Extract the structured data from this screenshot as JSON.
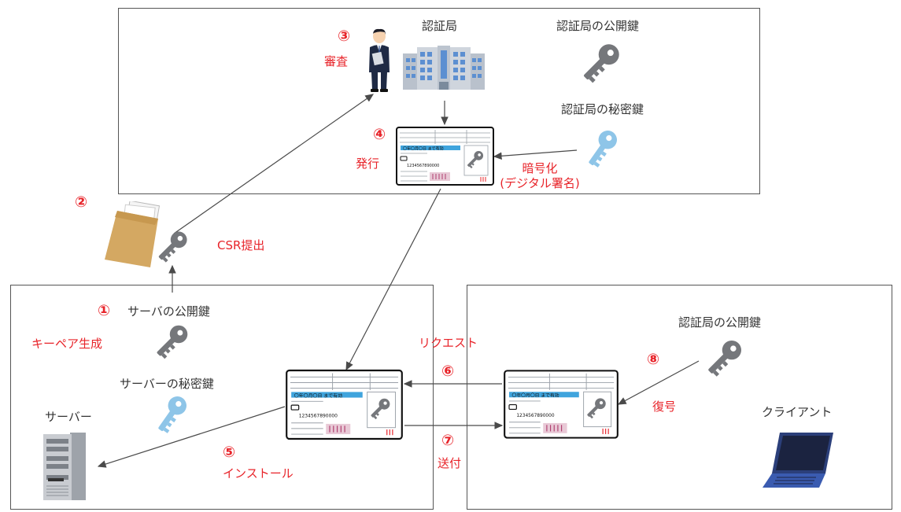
{
  "colors": {
    "step_red": "#e8242a",
    "text_gray": "#333333",
    "key_gray": "#75777b",
    "key_blue": "#8ec5e8",
    "arrow": "#4a4a4a",
    "border": "#555555"
  },
  "icons": {
    "person": "office-worker-icon",
    "ca_building": "building-icon",
    "key_public": "gray-key-icon",
    "key_private": "blue-key-icon",
    "certificate": "certificate-card-icon",
    "envelope": "envelope-icon",
    "server": "server-icon",
    "laptop": "laptop-icon"
  },
  "ca_box": {
    "title": "認証局",
    "public_key_label": "認証局の公開鍵",
    "private_key_label": "認証局の秘密鍵",
    "step3_num": "③",
    "step3_label": "審査",
    "step4_num": "④",
    "step4_label": "発行",
    "encrypt_label": "暗号化",
    "encrypt_sub": "(デジタル署名)"
  },
  "csr": {
    "step2_num": "②",
    "label": "CSR提出"
  },
  "server_box": {
    "step1_num": "①",
    "step1_label": "キーペア生成",
    "public_key_label": "サーバの公開鍵",
    "private_key_label": "サーバーの秘密鍵",
    "server_label": "サーバー",
    "step5_num": "⑤",
    "step5_label": "インストール"
  },
  "transfer": {
    "request_label": "リクエスト",
    "step6_num": "⑥",
    "step7_num": "⑦",
    "step7_label": "送付"
  },
  "client_box": {
    "public_key_label": "認証局の公開鍵",
    "step8_num": "⑧",
    "step8_label": "復号",
    "client_label": "クライアント"
  },
  "certificate_card": {
    "banner_text": "〇年〇月〇日 まで有効",
    "number_text": "1234567890000"
  }
}
